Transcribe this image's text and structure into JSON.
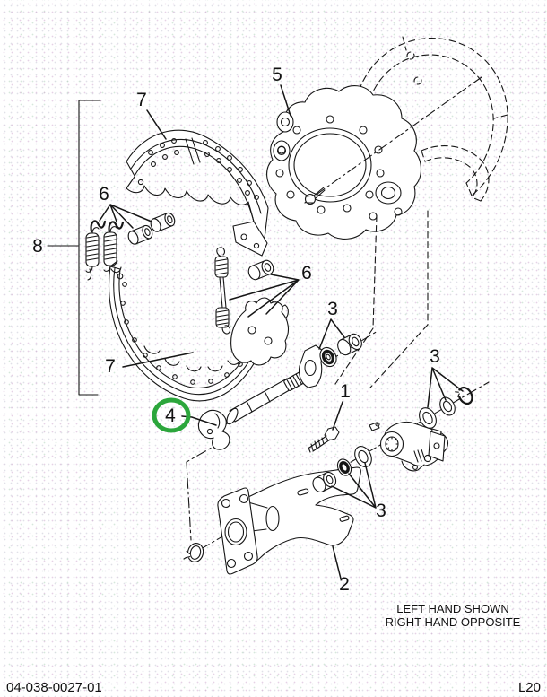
{
  "diagram": {
    "title_note_line1": "LEFT HAND SHOWN",
    "title_note_line2": "RIGHT HAND OPPOSITE",
    "highlighted_part": "4",
    "callouts": {
      "n1": "1",
      "n2": "2",
      "n3": "3",
      "n4": "4",
      "n5": "5",
      "n6": "6",
      "n7": "7",
      "n8": "8"
    }
  },
  "footer": {
    "part_number": "04-038-0027-01",
    "page_code": "L20"
  },
  "colors": {
    "highlight_green": "#2ca63c",
    "line": "#161616"
  }
}
